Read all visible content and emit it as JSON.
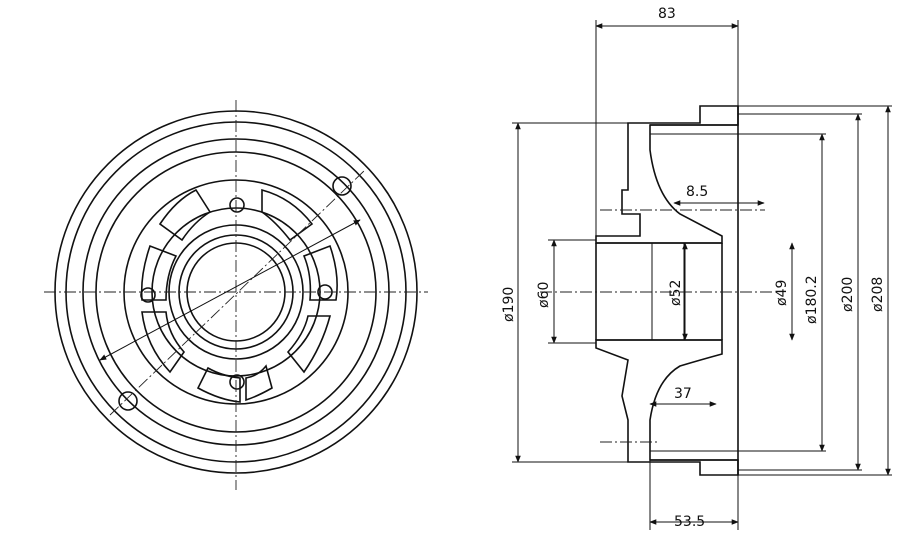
{
  "dimensions": {
    "overall_width": "83",
    "rib_thickness": "8.5",
    "hub_depth": "37",
    "drum_depth": "53.5",
    "outer_diameter_190": "ø190",
    "hub_diameter_60": "ø60",
    "bore_diameter_52": "ø52",
    "bore_diameter_49": "ø49",
    "brake_diameter_180": "ø180.2",
    "flange_diameter_200": "ø200",
    "outer_diameter_208": "ø208"
  }
}
